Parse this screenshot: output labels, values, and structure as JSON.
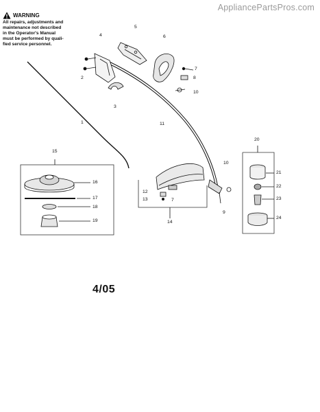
{
  "watermark": "AppliancePartsPros.com",
  "warning": {
    "heading": "WARNING",
    "lines": [
      "All repairs, adjustments and",
      "maintenance not described",
      "in the Operator's Manual",
      "must be performed by quali-",
      "fied service personnel."
    ]
  },
  "date_code": "4/05",
  "callouts": {
    "p1": "1",
    "p2": "2",
    "p3": "3",
    "p4": "4",
    "p5": "5",
    "p6": "6",
    "p7a": "7",
    "p7b": "7",
    "p8": "8",
    "p9": "9",
    "p10a": "10",
    "p10b": "10",
    "p11": "11",
    "p12": "12",
    "p13": "13",
    "p14": "14",
    "p15": "15",
    "p16": "16",
    "p17": "17",
    "p18": "18",
    "p19": "19",
    "p20": "20",
    "p21": "21",
    "p22": "22",
    "p23": "23",
    "p24": "24"
  }
}
